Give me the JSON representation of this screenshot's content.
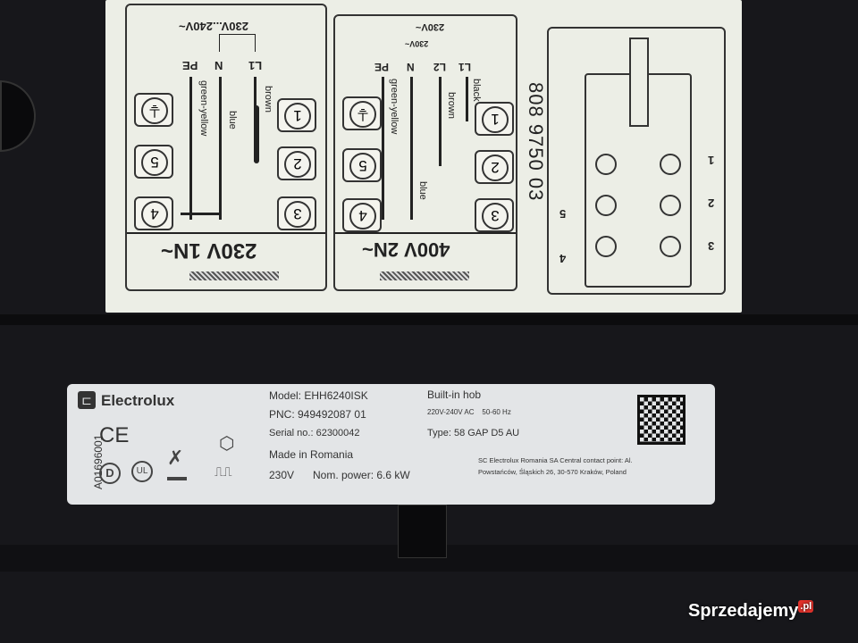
{
  "wiring_label": {
    "left_panel": {
      "voltage_range": "230V...240V~",
      "terminals_top": [
        "PE",
        "N",
        "L1"
      ],
      "wire_colors": [
        "green-yellow",
        "blue",
        "brown"
      ],
      "terminal_numbers_left": [
        "5",
        "4"
      ],
      "terminal_numbers_right": [
        "1",
        "2",
        "3"
      ],
      "supply": "230V 1N~"
    },
    "middle_panel": {
      "voltage_outer": "230V~",
      "voltage_inner": "230V~",
      "terminals_top": [
        "PE",
        "N",
        "L2",
        "L1"
      ],
      "wire_colors": [
        "green-yellow",
        "blue",
        "brown",
        "black"
      ],
      "terminal_numbers_left": [
        "5",
        "4"
      ],
      "terminal_numbers_right": [
        "1",
        "2",
        "3"
      ],
      "supply": "400V 2N~"
    },
    "part_number": "808 9750 03",
    "right_panel": {
      "numbers_right": [
        "1",
        "2",
        "3"
      ],
      "numbers_left": [
        "5",
        "4"
      ]
    }
  },
  "rating_plate": {
    "brand": "Electrolux",
    "side_code": "A01696001",
    "ce_mark": "CE",
    "model": "Model: EHH6240ISK",
    "pnc": "PNC: 949492087 01",
    "serial": "Serial no.: 62300042",
    "origin": "Made in Romania",
    "voltage": "230V",
    "power": "Nom. power: 6.6 kW",
    "product": "Built-in hob",
    "supply": "220V-240V AC    50-60 Hz",
    "type": "Type: 58 GAP D5 AU",
    "address_1": "SC Electrolux Romania SA Central contact point: Al.",
    "address_2": "Powstańców, Śląskich 26, 30-570 Kraków, Poland"
  },
  "watermark": {
    "name": "Sprzedajemy",
    "suffix": ".pl"
  }
}
